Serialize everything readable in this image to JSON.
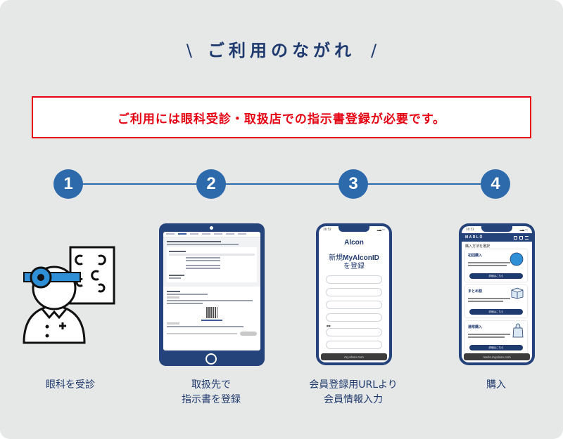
{
  "header": {
    "title": "ご利用のながれ",
    "slash_left": "\\",
    "slash_right": "/"
  },
  "notice": {
    "text": "ご利用には眼科受診・取扱店での指示書登録が必要です。"
  },
  "colors": {
    "background": "#e6e7e7",
    "navy": "#1f3a6e",
    "step_blue": "#2c6aab",
    "notice_red": "#e50012",
    "device_frame": "#24437a",
    "icon_blue": "#2f8fd6"
  },
  "steps": [
    {
      "number": "1",
      "label_lines": [
        "眼科を受診"
      ],
      "illustration": "eye-doctor-icon"
    },
    {
      "number": "2",
      "label_lines": [
        "取扱先で",
        "指示書を登録"
      ],
      "illustration": "tablet-registration-screen"
    },
    {
      "number": "3",
      "label_lines": [
        "会員登録用URLより",
        "会員情報入力"
      ],
      "illustration": "phone-myalcon-signup-screen"
    },
    {
      "number": "4",
      "label_lines": [
        "購入"
      ],
      "illustration": "phone-marlo-purchase-screen"
    }
  ],
  "phone_alcon": {
    "time": "16:52",
    "logo": "Alcon",
    "title_prefix": "新規",
    "title_brand": "MyAlconID",
    "title_suffix": "を登録",
    "url": "my.alcon.com"
  },
  "phone_marlo": {
    "time": "16:53",
    "logo": "MARLŌ",
    "subtitle": "購入方法を選択",
    "cards": [
      {
        "title": "初回購入",
        "button": "詳細はこちら"
      },
      {
        "title": "まとめ割",
        "button": "詳細はこちら"
      },
      {
        "title": "通常購入",
        "button": "詳細はこちら"
      }
    ],
    "url": "marlo.myalcon.com"
  }
}
